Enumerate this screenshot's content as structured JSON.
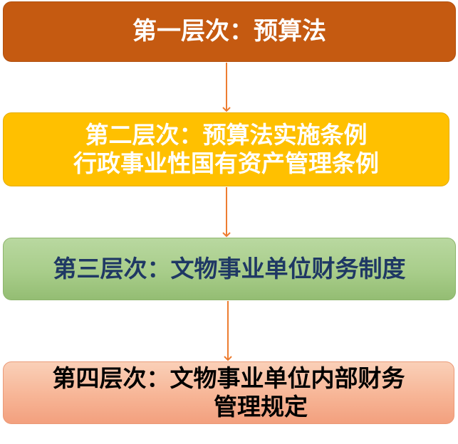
{
  "levels": [
    {
      "lines": [
        "第一层次：预算法"
      ],
      "color": "#c55a11"
    },
    {
      "lines": [
        "第二层次：预算法实施条例",
        "行政事业性国有资产管理条例"
      ],
      "color": "#ffc000"
    },
    {
      "lines": [
        "第三层次：文物事业单位财务制度"
      ],
      "color": "#a9d18e"
    },
    {
      "lines": [
        "第四层次：文物事业单位内部财务",
        "管理规定"
      ],
      "color": "#f4b183"
    }
  ],
  "arrow_color": "#ed7d31"
}
